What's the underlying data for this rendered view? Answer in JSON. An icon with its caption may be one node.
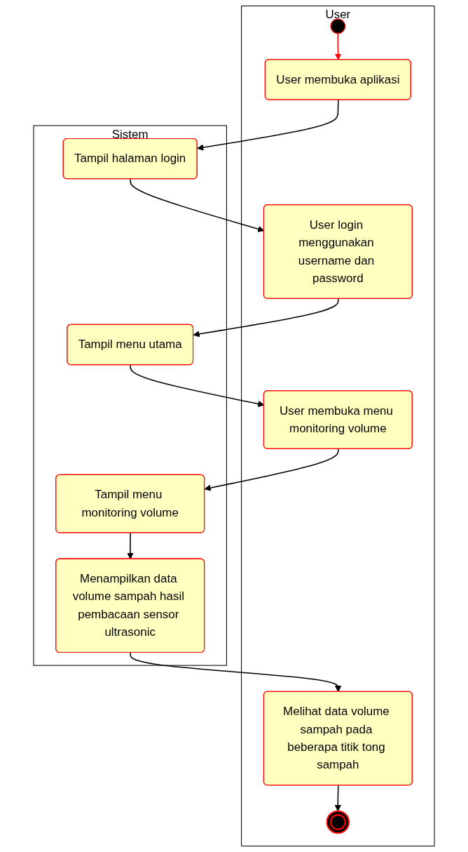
{
  "diagram": {
    "nodes": [
      {
        "text": [
          "User"
        ]
      },
      {
        "text": [
          "Sistem"
        ]
      },
      {
        "text": [],
        "shape": "circle",
        "in": 0
      },
      {
        "text": [
          "User membuka aplikasi"
        ],
        "in": 0
      },
      {
        "text": [
          "Tampil halaman login"
        ],
        "in": 1
      },
      {
        "text": [
          "User login menggunakan username dan password"
        ],
        "in": 0
      },
      {
        "text": [
          "Tampil menu utama"
        ],
        "in": 1
      },
      {
        "text": [
          "User membuka menu monitoring volume"
        ],
        "in": 0
      },
      {
        "text": [
          "Tampil menu monitoring volume"
        ],
        "in": 1
      },
      {
        "text": [
          "Menampilkan data volume sampah hasil pembacaan sensor ultrasonic"
        ],
        "in": 1
      },
      {
        "text": [
          "Melihat data volume sampah pada beberapa titik tong sampah"
        ],
        "in": 0
      },
      {
        "text": [],
        "shape": "circle",
        "in": 0
      }
    ],
    "edges": [
      {
        "from": 2,
        "to": 3,
        "arrow": "to",
        "color": "#ff0000"
      },
      {
        "from": 3,
        "to": 4,
        "arrow": "to"
      },
      {
        "from": 4,
        "to": 5,
        "arrow": "to"
      },
      {
        "from": 5,
        "to": 6,
        "arrow": "to"
      },
      {
        "from": 6,
        "to": 7,
        "arrow": "to"
      },
      {
        "from": 7,
        "to": 8,
        "arrow": "to"
      },
      {
        "from": 8,
        "to": 9,
        "arrow": "to"
      },
      {
        "from": 9,
        "to": 10,
        "arrow": "to"
      },
      {
        "from": 10,
        "to": 11,
        "arrow": "to"
      }
    ]
  }
}
